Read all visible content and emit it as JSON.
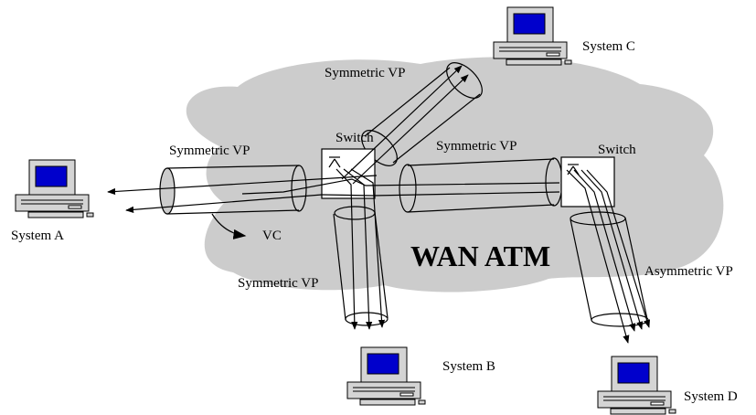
{
  "network_label": "WAN ATM",
  "systems": {
    "a": "System A",
    "b": "System B",
    "c": "System C",
    "d": "System D"
  },
  "switches": {
    "left": "Switch",
    "right": "Switch"
  },
  "paths": {
    "to_a": "Symmetric VP",
    "to_c": "Symmetric VP",
    "between_switches": "Symmetric VP",
    "to_b": "Symmetric VP",
    "to_d": "Asymmetric VP"
  },
  "vc_label": "VC",
  "colors": {
    "cloud": "#cccccc",
    "screen": "#0000cc",
    "computer_body": "#d4d4d4",
    "line": "#000000",
    "background": "#ffffff"
  },
  "icons": [
    "computer-icon",
    "switch-icon",
    "arrow-icon"
  ]
}
